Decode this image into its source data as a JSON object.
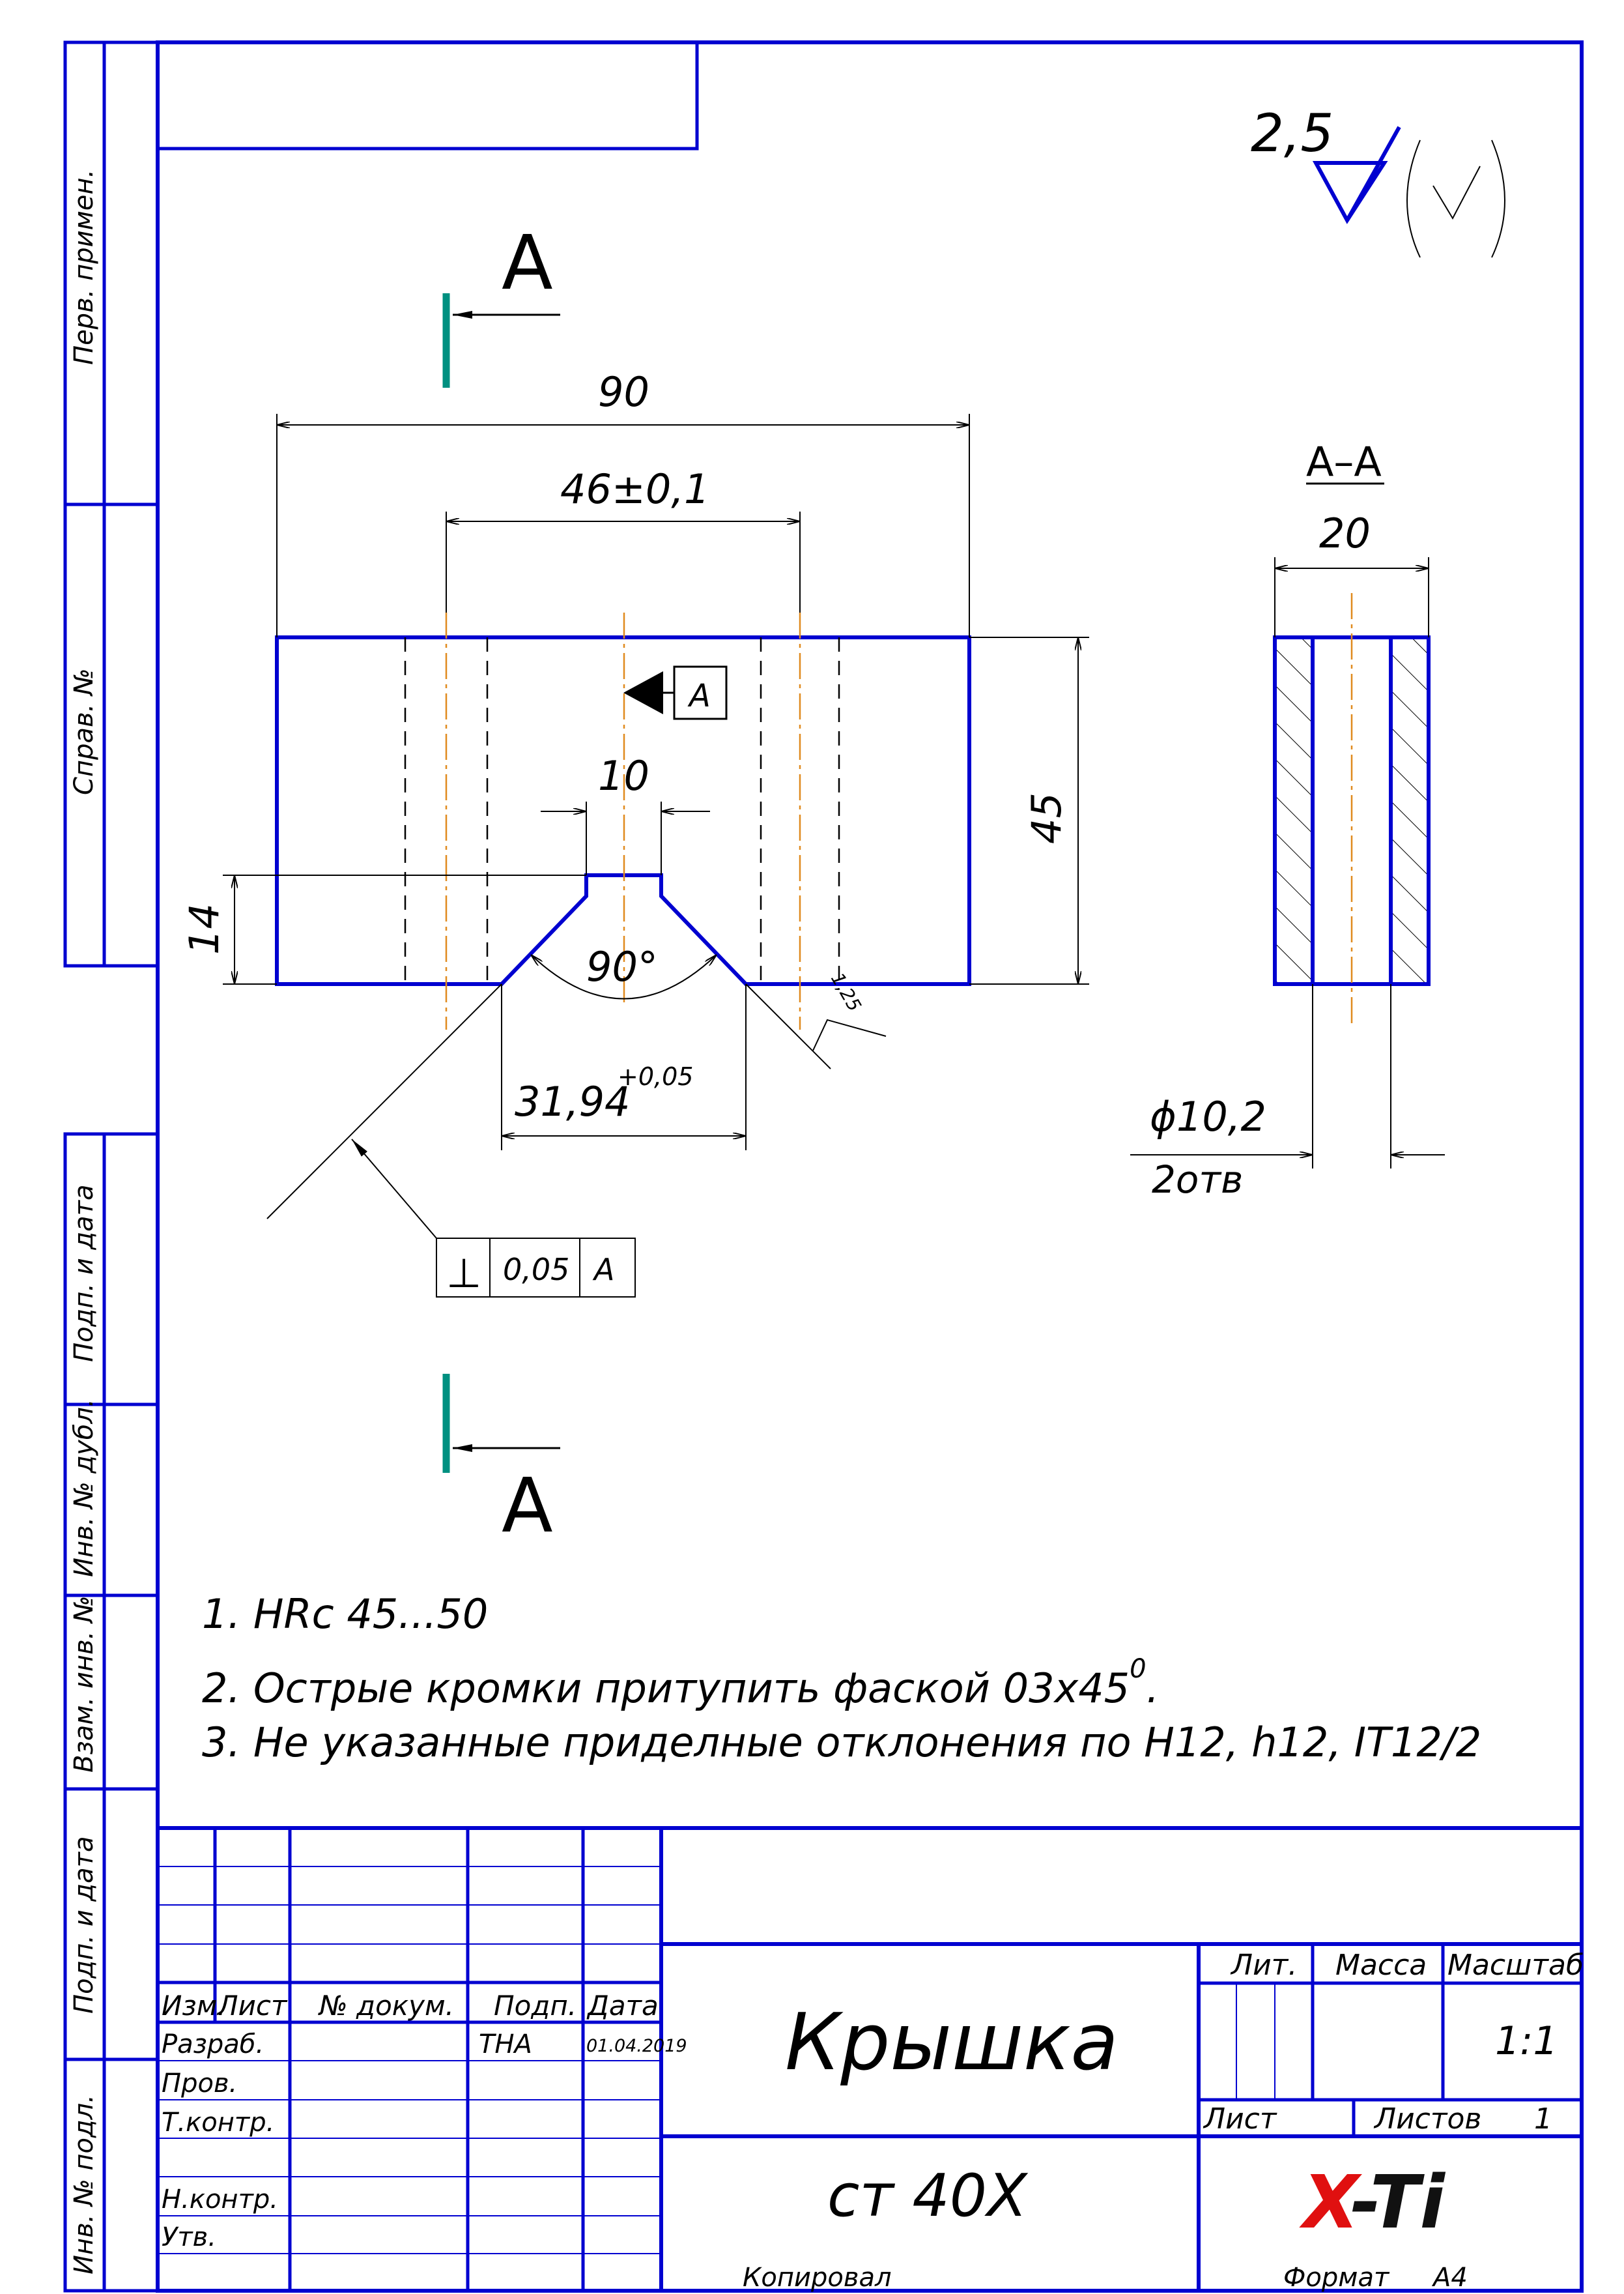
{
  "colors": {
    "frame": "#0000d0",
    "center_line": "#e08a1e",
    "section_mark": "#009080",
    "logo_x": "#e01010",
    "logo_ti": "#111111"
  },
  "roughness": {
    "value": "2,5"
  },
  "section_labels": {
    "top": "A",
    "bottom": "A",
    "view_title": "A–A"
  },
  "dimensions": {
    "overall_width": "90",
    "hole_spacing": "46±0,1",
    "slot_width": "10",
    "height": "45",
    "slot_depth": "14",
    "angle": "90°",
    "v_width": "31,94",
    "v_width_tol": "+0,05",
    "section_width": "20",
    "hole_dia": "ϕ10,2",
    "hole_count": "2отв",
    "local_roughness": "1,25"
  },
  "datum": {
    "label": "A"
  },
  "tolerance_frame": {
    "symbol": "⊥",
    "value": "0,05",
    "datum": "A"
  },
  "notes": [
    "1. HRc 45...50",
    "2. Острые кромки притупить фаской 03х45",
    "3. Не указанные приделные отклонения по H12, h12, IT12/2"
  ],
  "note2_superscript": "0",
  "note2_end": ".",
  "side_labels": [
    "Перв. примен.",
    "Справ. №",
    "Подп. и дата",
    "Инв. № дубл.",
    "Взам. инв. №",
    "Подп. и дата",
    "Инв. № подл."
  ],
  "title_block": {
    "headers": {
      "izm": "Изм.",
      "list": "Лист",
      "doc": "№ докум.",
      "podp": "Подп.",
      "date": "Дата"
    },
    "roles": [
      "Разраб.",
      "Пров.",
      "Т.контр.",
      "",
      "Н.контр.",
      "Утв."
    ],
    "developer_signature": "ТНА",
    "developer_date": "01.04.2019",
    "name": "Крышка",
    "material": "ст 40Х",
    "lit_label": "Лит.",
    "mass_label": "Масса",
    "scale_label": "Масштаб",
    "scale": "1:1",
    "sheet_label": "Лист",
    "sheets_label": "Листов",
    "sheets_count": "1",
    "logo_x": "X",
    "logo_ti": "-Ti"
  },
  "footer": {
    "copied": "Копировал",
    "format_label": "Формат",
    "format": "А4"
  }
}
